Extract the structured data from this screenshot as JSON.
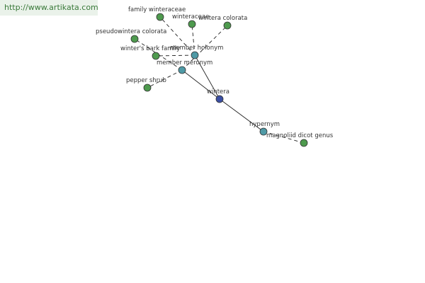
{
  "banner": {
    "url_text": "http://www.artikata.com"
  },
  "colors": {
    "leaf": "#4e9a4e",
    "relation": "#4f9aa6",
    "center": "#3b4fa3",
    "edge": "#222222"
  },
  "graph": {
    "nodes": [
      {
        "id": "wintera",
        "label": "wintera",
        "kind": "center"
      },
      {
        "id": "member-holonym",
        "label": "member holonym",
        "kind": "relation"
      },
      {
        "id": "member-meronym",
        "label": "member meronym",
        "kind": "relation"
      },
      {
        "id": "hypernym",
        "label": "hypernym",
        "kind": "relation"
      },
      {
        "id": "family-winteraceae",
        "label": "family winteraceae",
        "kind": "leaf"
      },
      {
        "id": "winteraceae",
        "label": "winteraceae",
        "kind": "leaf"
      },
      {
        "id": "wintera-colorata",
        "label": "wintera colorata",
        "kind": "leaf"
      },
      {
        "id": "pseudowintera-colorata",
        "label": "pseudowintera colorata",
        "kind": "leaf"
      },
      {
        "id": "winters-bark-family",
        "label": "winter's bark family",
        "kind": "leaf"
      },
      {
        "id": "pepper-shrub",
        "label": "pepper shrub",
        "kind": "leaf"
      },
      {
        "id": "magnoliid-dicot-genus",
        "label": "magnoliid dicot genus",
        "kind": "leaf"
      }
    ],
    "edges": [
      {
        "from": "wintera",
        "to": "member-holonym",
        "style": "solid"
      },
      {
        "from": "wintera",
        "to": "member-meronym",
        "style": "solid"
      },
      {
        "from": "wintera",
        "to": "hypernym",
        "style": "solid"
      },
      {
        "from": "member-holonym",
        "to": "family-winteraceae",
        "style": "dashed"
      },
      {
        "from": "member-holonym",
        "to": "winteraceae",
        "style": "dashed"
      },
      {
        "from": "member-holonym",
        "to": "winters-bark-family",
        "style": "dashed"
      },
      {
        "from": "member-meronym",
        "to": "wintera-colorata",
        "style": "dashed"
      },
      {
        "from": "member-meronym",
        "to": "pseudowintera-colorata",
        "style": "dashed"
      },
      {
        "from": "member-meronym",
        "to": "pepper-shrub",
        "style": "dashed"
      },
      {
        "from": "hypernym",
        "to": "magnoliid-dicot-genus",
        "style": "dashed"
      }
    ]
  }
}
